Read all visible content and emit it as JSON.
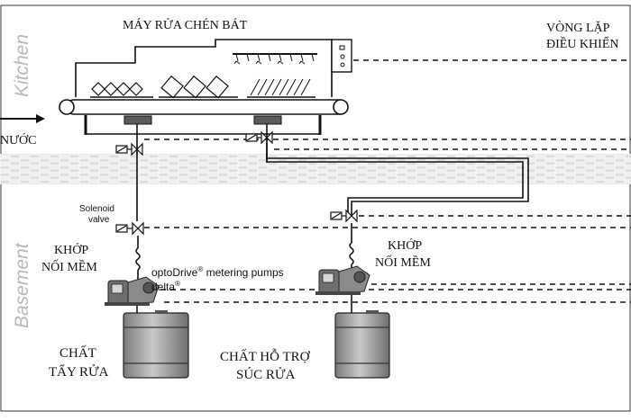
{
  "zones": {
    "kitchen": "Kitchen",
    "basement": "Basement"
  },
  "labels": {
    "machine": "MÁY RỬA CHÉN BÁT",
    "control_line1": "VÒNG LẶP",
    "control_line2": "ĐIỀU KHIỂN",
    "water": "NƯỚC",
    "solenoid_line1": "Solenoid",
    "solenoid_line2": "valve",
    "hose_left_line1": "KHỚP",
    "hose_left_line2": "NỐI MỀM",
    "hose_right_line1": "KHỚP",
    "hose_right_line2": "NỐI MỀM",
    "pumps_line1_a": "optoDrive",
    "pumps_line1_sup": "®",
    "pumps_line1_b": " metering pumps",
    "pumps_line2_a": "delta",
    "pumps_line2_sup": "®",
    "chem_left_line1": "CHẤT",
    "chem_left_line2": "TẨY RỬA",
    "chem_right_line1": "CHẤT HỖ TRỢ",
    "chem_right_line2": "SÚC RỬA"
  },
  "colors": {
    "line": "#111111",
    "zone_text": "#b8b8b8",
    "wall": "#e6e6e6",
    "drum": "#9a9a9a",
    "pump": "#6f6f6f"
  }
}
